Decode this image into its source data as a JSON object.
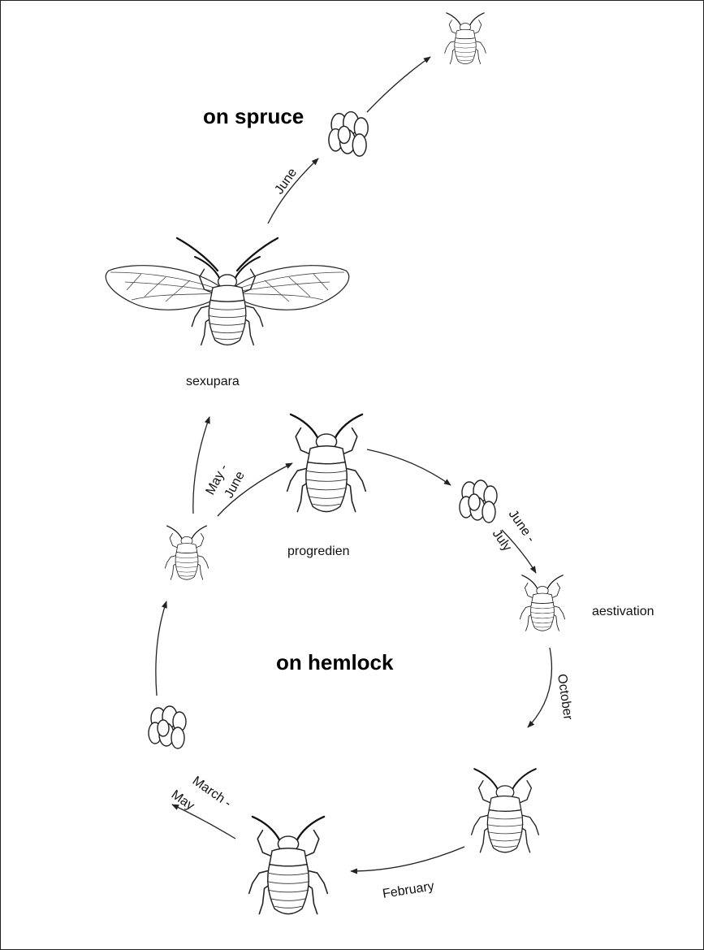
{
  "labels": {
    "on_spruce": "on spruce",
    "on_hemlock": "on hemlock",
    "sexupara": "sexupara",
    "progredien": "progredien",
    "aestivation": "aestivation",
    "june": "June",
    "may_june_1": "May -",
    "may_june_2": "June",
    "june_july_1": "June -",
    "june_july_2": "July",
    "october": "October",
    "february": "February",
    "march_may_1": "March -",
    "march_may_2": "May"
  }
}
